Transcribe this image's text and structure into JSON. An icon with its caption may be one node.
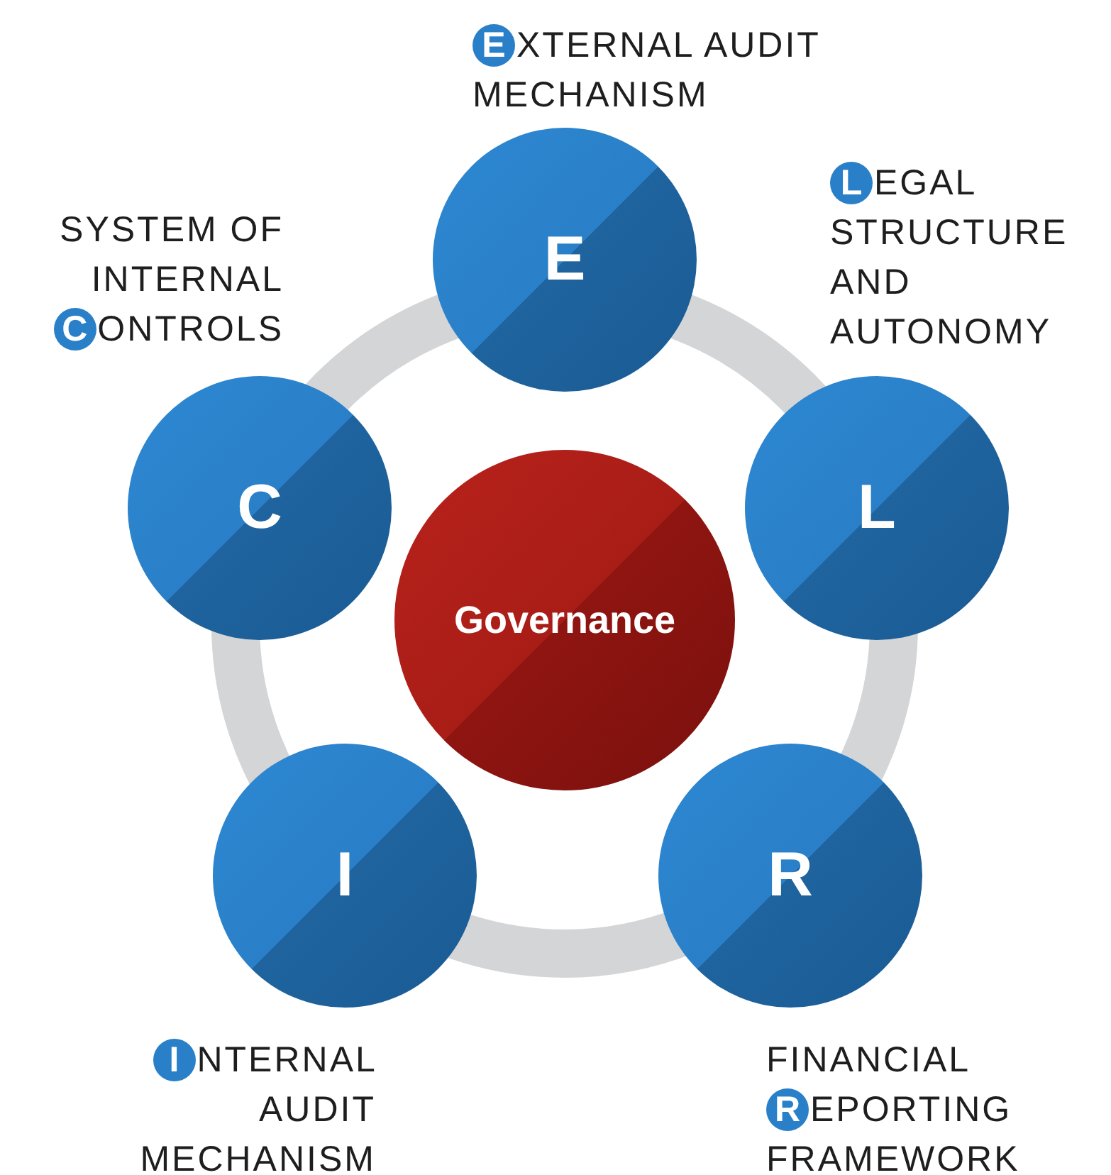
{
  "diagram": {
    "nodes": [
      {
        "text": [
          "E"
        ],
        "beside": [
          "**E**XTERNAL AUDIT MECHANISM"
        ]
      },
      {
        "text": [
          "L"
        ],
        "beside": [
          "**L**EGAL STRUCTURE AND AUTONOMY"
        ]
      },
      {
        "text": [
          "R"
        ],
        "beside": [
          "FINANCIAL **R**EPORTING FRAMEWORK"
        ]
      },
      {
        "text": [
          "I"
        ],
        "beside": [
          "**I**NTERNAL AUDIT MECHANISM"
        ]
      },
      {
        "text": [
          "C"
        ],
        "beside": [
          "SYSTEM OF INTERNAL **C**ONTROLS"
        ]
      },
      {
        "text": [
          "Governance"
        ]
      }
    ],
    "edges": []
  }
}
